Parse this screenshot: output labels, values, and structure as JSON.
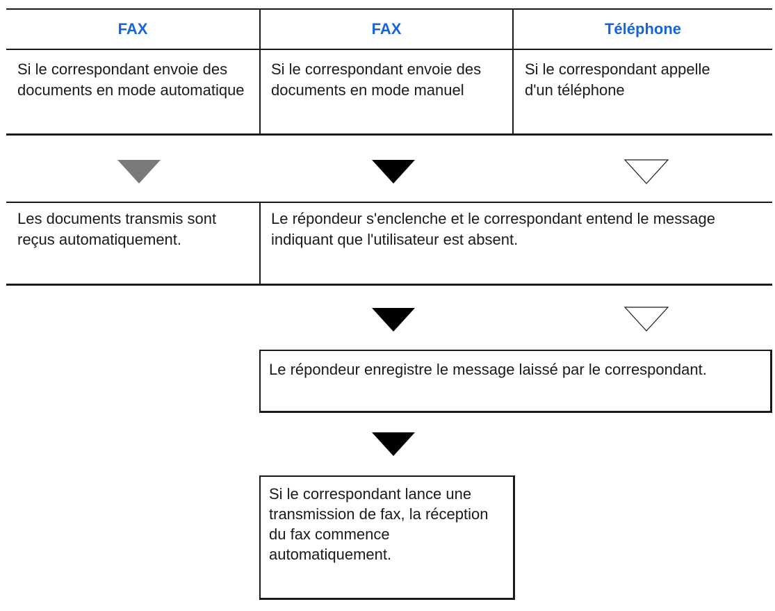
{
  "columns": [
    {
      "header": "FAX",
      "description": "Si le correspondant envoie des documents en mode automatique"
    },
    {
      "header": "FAX",
      "description": "Si le correspondant envoie des documents en mode manuel"
    },
    {
      "header": "Téléphone",
      "description": "Si le correspondant appelle d'un téléphone"
    }
  ],
  "boxes": {
    "auto_receive": "Les documents transmis sont reçus automatiquement.",
    "answering_machine": "Le répondeur s'enclenche et le correspondant entend le message indiquant que l'utilisateur est absent.",
    "records_message": "Le répondeur enregistre le message laissé par le correspondant.",
    "fax_reception": "Si le correspondant lance une transmission de fax, la réception du fax commence automatiquement."
  },
  "colors": {
    "header_text": "#1565d8",
    "arrow_black": "#000000",
    "arrow_gray": "#7a7a7a",
    "line": "#1a1a1a"
  },
  "arrow_styles": {
    "col1": "gray-filled",
    "col2": "black-filled",
    "col3": "outline"
  }
}
